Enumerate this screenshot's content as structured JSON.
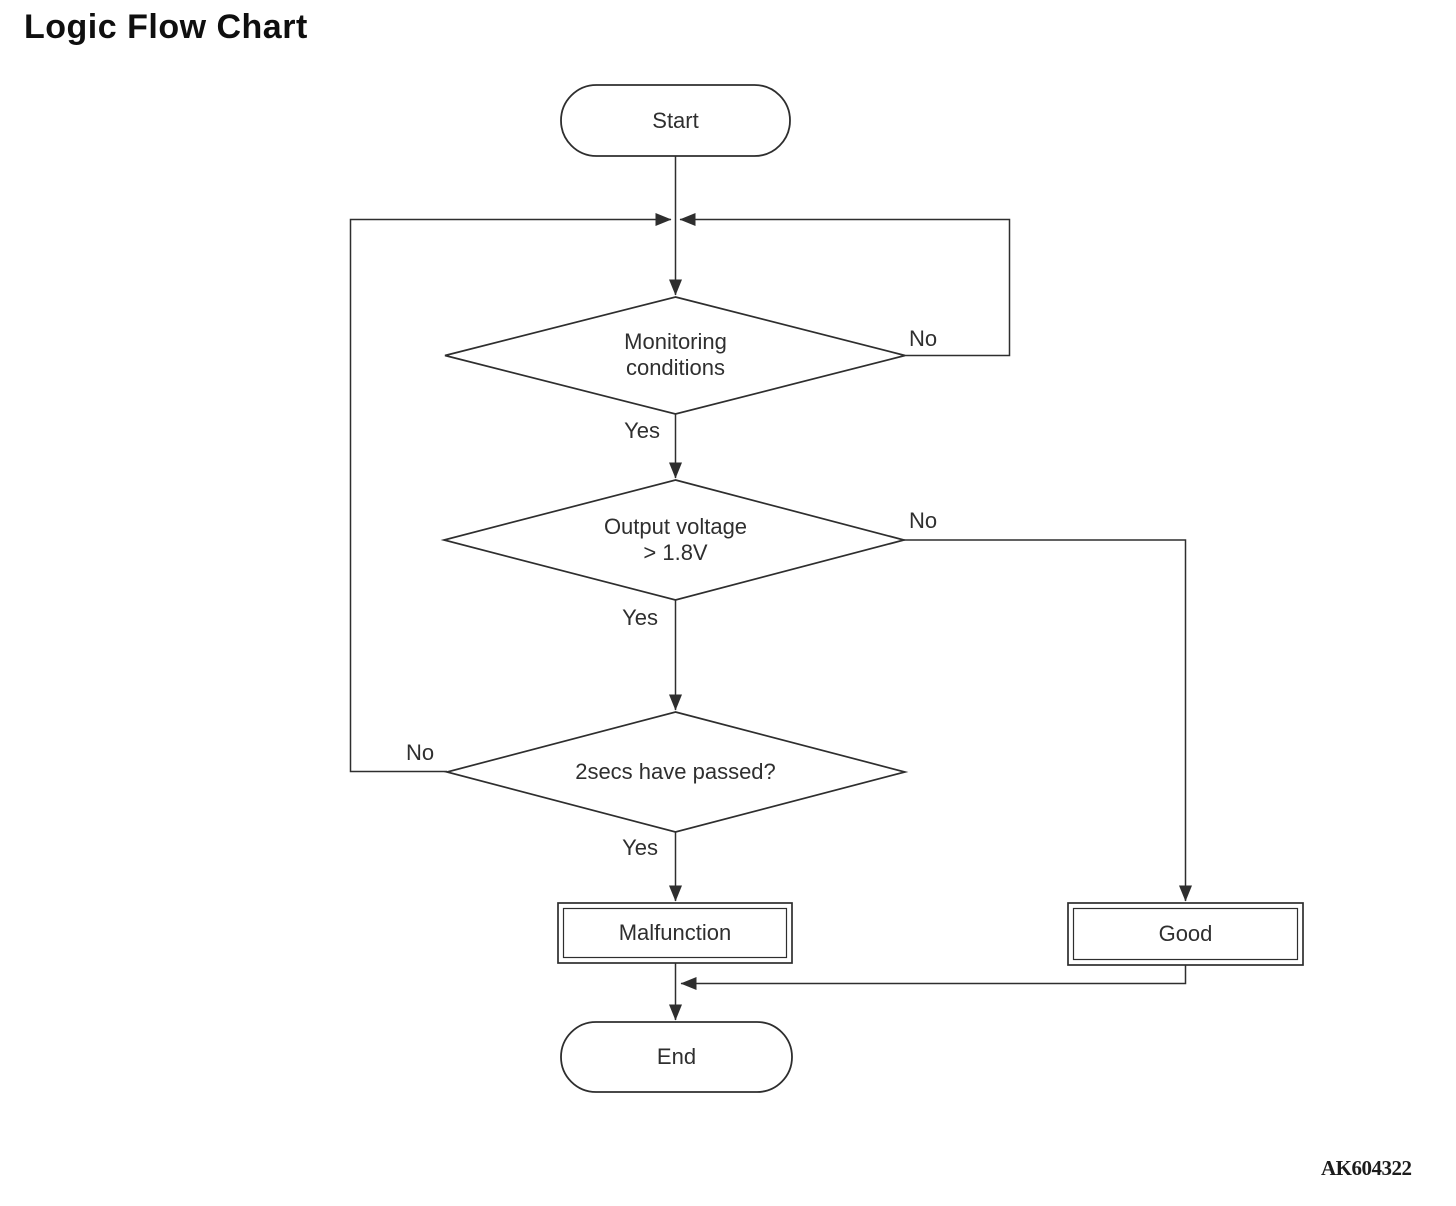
{
  "page": {
    "title": "Logic Flow Chart",
    "figure_code": "AK604322"
  },
  "nodes": {
    "start": {
      "type": "terminator",
      "label": "Start"
    },
    "monitoring": {
      "type": "decision",
      "line1": "Monitoring",
      "line2": "conditions"
    },
    "voltage": {
      "type": "decision",
      "line1": "Output voltage",
      "line2": "> 1.8V"
    },
    "elapsed": {
      "type": "decision",
      "label": "2secs have passed?"
    },
    "malfunction": {
      "type": "result",
      "label": "Malfunction"
    },
    "good": {
      "type": "result",
      "label": "Good"
    },
    "end": {
      "type": "terminator",
      "label": "End"
    }
  },
  "edges": {
    "monitoring_yes": "Yes",
    "monitoring_no": "No",
    "voltage_yes": "Yes",
    "voltage_no": "No",
    "elapsed_yes": "Yes",
    "elapsed_no": "No"
  },
  "connections": [
    {
      "from": "Start",
      "to": "Monitoring conditions",
      "label": ""
    },
    {
      "from": "Monitoring conditions",
      "to": "entry junction (loop back)",
      "label": "No"
    },
    {
      "from": "Monitoring conditions",
      "to": "Output voltage > 1.8V",
      "label": "Yes"
    },
    {
      "from": "Output voltage > 1.8V",
      "to": "Good",
      "label": "No"
    },
    {
      "from": "Output voltage > 1.8V",
      "to": "2secs have passed?",
      "label": "Yes"
    },
    {
      "from": "2secs have passed?",
      "to": "entry junction (loop back)",
      "label": "No"
    },
    {
      "from": "2secs have passed?",
      "to": "Malfunction",
      "label": "Yes"
    },
    {
      "from": "Malfunction",
      "to": "End",
      "label": ""
    },
    {
      "from": "Good",
      "to": "End",
      "label": ""
    }
  ],
  "colors": {
    "ink": "#2e2e2e",
    "background": "#ffffff"
  }
}
